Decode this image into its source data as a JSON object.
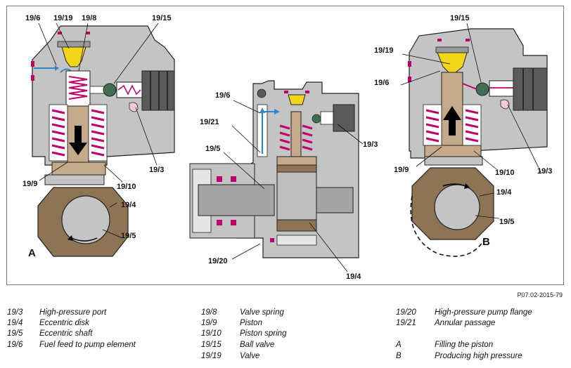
{
  "callouts": {
    "a_19_6": "19/6",
    "a_19_19": "19/19",
    "a_19_8": "19/8",
    "a_19_15": "19/15",
    "a_19_3": "19/3",
    "a_19_9": "19/9",
    "a_19_10": "19/10",
    "a_19_4": "19/4",
    "a_19_5": "19/5",
    "a_letter": "A",
    "c_19_6": "19/6",
    "c_19_21": "19/21",
    "c_19_5": "19/5",
    "c_19_3": "19/3",
    "c_19_20": "19/20",
    "c_19_4": "19/4",
    "b_19_15": "19/15",
    "b_19_19": "19/19",
    "b_19_6": "19/6",
    "b_19_3": "19/3",
    "b_19_9": "19/9",
    "b_19_10": "19/10",
    "b_19_4": "19/4",
    "b_19_5": "19/5",
    "b_letter": "B"
  },
  "figure_ref": "P07.02-2015-79",
  "legend": [
    {
      "key": "19/3",
      "desc": "High-pressure port"
    },
    {
      "key": "19/4",
      "desc": "Eccentric disk"
    },
    {
      "key": "19/5",
      "desc": "Eccentric shaft"
    },
    {
      "key": "19/6",
      "desc": "Fuel feed to pump element"
    },
    {
      "key": "19/8",
      "desc": "Valve spring"
    },
    {
      "key": "19/9",
      "desc": "Piston"
    },
    {
      "key": "19/10",
      "desc": "Piston spring"
    },
    {
      "key": "19/15",
      "desc": "Ball valve"
    },
    {
      "key": "19/19",
      "desc": "Valve"
    },
    {
      "key": "19/20",
      "desc": "High-pressure pump flange"
    },
    {
      "key": "19/21",
      "desc": "Annular passage"
    },
    {
      "key": "A",
      "desc": "Filling the piston"
    },
    {
      "key": "B",
      "desc": "Producing high pressure"
    }
  ],
  "colors": {
    "housing": "#c4c4c4",
    "housing_dark": "#9a9a9a",
    "piston": "#c4a98a",
    "eccentric": "#8c7455",
    "spring": "#c0006a",
    "valve": "#f3d51a",
    "ball": "#3f6e53",
    "flow": "#2e86c8"
  }
}
